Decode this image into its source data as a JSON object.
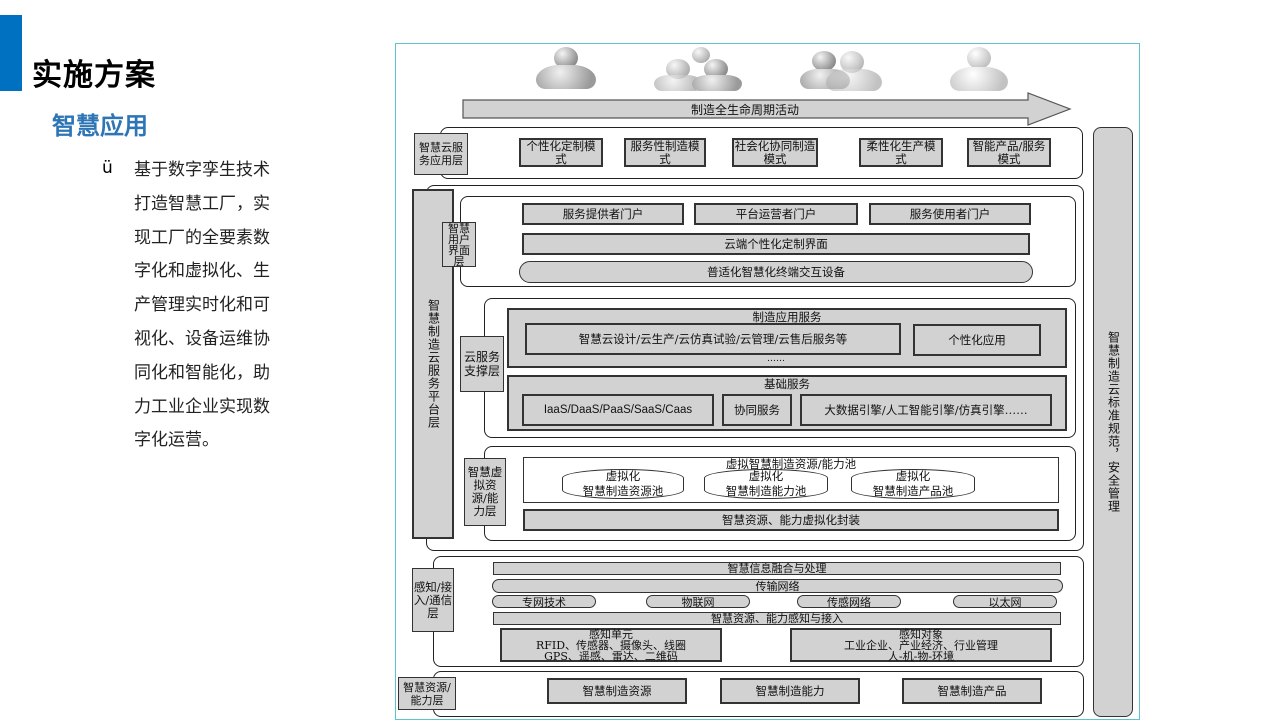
{
  "slide": {
    "title": "实施方案",
    "subtitle": "智慧应用",
    "bullet_marker": "ü",
    "bullet_text": "基于数字孪生技术打造智慧工厂，实现工厂的全要素数字化和虚拟化、生产管理实时化和可视化、设备运维协同化和智能化，助力工业企业实现数字化运营。",
    "accent_color": "#0070c0",
    "subtitle_color": "#2e75b6"
  },
  "diagram": {
    "user_icons": [
      "person-icon",
      "group-icon",
      "pair-icon",
      "person-icon"
    ],
    "lifecycle_arrow": "制造全生命周期活动",
    "app_layer": {
      "label": "智慧云服务应用层",
      "items": [
        "个性化定制模式",
        "服务性制造模式",
        "社会化协同制造模式",
        "柔性化生产模式",
        "智能产品/服务模式"
      ]
    },
    "platform_layer": {
      "label": "智慧制造云服务平台层",
      "ui_layer": {
        "label": "智慧用户界面层",
        "portals": [
          "服务提供者门户",
          "平台运营者门户",
          "服务使用者门户"
        ],
        "custom_ui": "云端个性化定制界面",
        "terminal": "普适化智慧化终端交互设备"
      },
      "support_layer": {
        "label": "云服务支撑层",
        "mfg_services": {
          "title": "制造应用服务",
          "main": "智慧云设计/云生产/云仿真试验/云管理/云售后服务等",
          "ellipsis": "……",
          "personal": "个性化应用"
        },
        "base_services": {
          "title": "基础服务",
          "items": [
            "IaaS/DaaS/PaaS/SaaS/Caas",
            "协同服务",
            "大数据引擎/人工智能引擎/仿真引擎……"
          ]
        }
      },
      "virtual_layer": {
        "label": "智慧虚拟资源/能力层",
        "pool_title": "虚拟智慧制造资源/能力池",
        "pools": [
          {
            "top": "虚拟化",
            "bottom": "智慧制造资源池"
          },
          {
            "top": "虚拟化",
            "bottom": "智慧制造能力池"
          },
          {
            "top": "虚拟化",
            "bottom": "智慧制造产品池"
          }
        ],
        "encapsulation": "智慧资源、能力虚拟化封装"
      }
    },
    "perception_layer": {
      "label": "感知/接入/通信层",
      "fusion": "智慧信息融合与处理",
      "network": "传输网络",
      "networks": [
        "专网技术",
        "物联网",
        "传感网络",
        "以太网"
      ],
      "access": "智慧资源、能力感知与接入",
      "units": {
        "title": "感知单元",
        "line1": "RFID、传感器、摄像头、线圈",
        "line2": "GPS、遥感、雷达、二维码"
      },
      "objects": {
        "title": "感知对象",
        "line1": "工业企业、产业经济、行业管理",
        "line2": "人-机-物-环境"
      }
    },
    "resource_layer": {
      "label": "智慧资源/能力层",
      "items": [
        "智慧制造资源",
        "智慧制造能力",
        "智慧制造产品"
      ]
    },
    "side_bar": "智慧制造云标准规范，安全管理"
  }
}
